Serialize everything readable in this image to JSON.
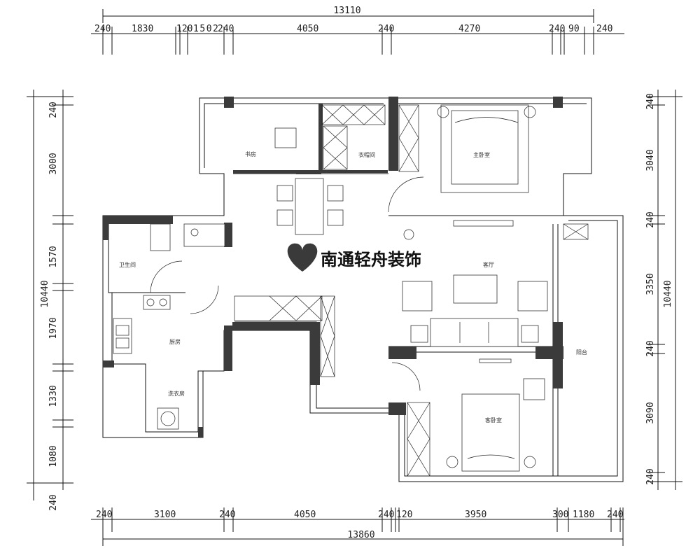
{
  "watermark": {
    "brand_text": "南通轻舟装饰",
    "brand_color": "#3a3a3a"
  },
  "dimensions": {
    "top_total": "13110",
    "top_segments": [
      "240",
      "1830",
      "120",
      "1502",
      "240",
      "4050",
      "240",
      "4270",
      "240",
      "90",
      "240"
    ],
    "bottom_total": "13860",
    "bottom_segments": [
      "240",
      "3100",
      "240",
      "4050",
      "240",
      "120",
      "3950",
      "300",
      "1180",
      "240"
    ],
    "left_total": "10440",
    "left_segments": [
      "240",
      "3000",
      "1570",
      "1970",
      "1330",
      "1080",
      "240"
    ],
    "right_total": "10440",
    "right_segments": [
      "240",
      "3040",
      "240",
      "3350",
      "240",
      "3090",
      "240"
    ]
  },
  "rooms": {
    "study": "书房",
    "cloakroom": "衣帽间",
    "master_bedroom": "主卧室",
    "bathroom": "卫生间",
    "living_room": "客厅",
    "kitchen": "厨房",
    "balcony": "阳台",
    "laundry": "洗衣房",
    "guest_bedroom": "客卧室"
  }
}
